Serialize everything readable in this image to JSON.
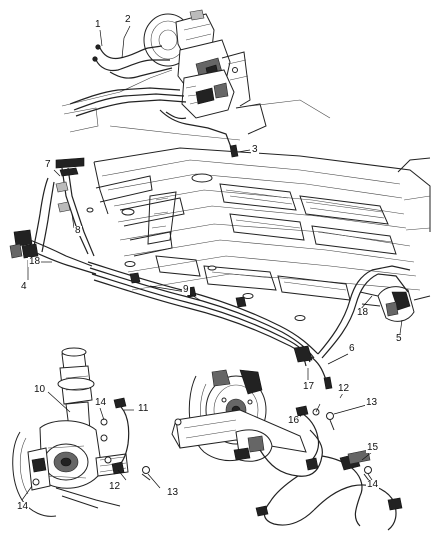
{
  "callouts": {
    "c1": "1",
    "c2": "2",
    "c3": "3",
    "c4": "4",
    "c5": "5",
    "c6": "6",
    "c7": "7",
    "c8": "8",
    "c9": "9",
    "c10": "10",
    "c11": "11",
    "c12a": "12",
    "c12b": "12",
    "c13a": "13",
    "c13b": "13",
    "c14a": "14",
    "c14b": "14",
    "c14c": "14",
    "c15": "15",
    "c16": "16",
    "c17": "17",
    "c18a": "18",
    "c18b": "18"
  }
}
